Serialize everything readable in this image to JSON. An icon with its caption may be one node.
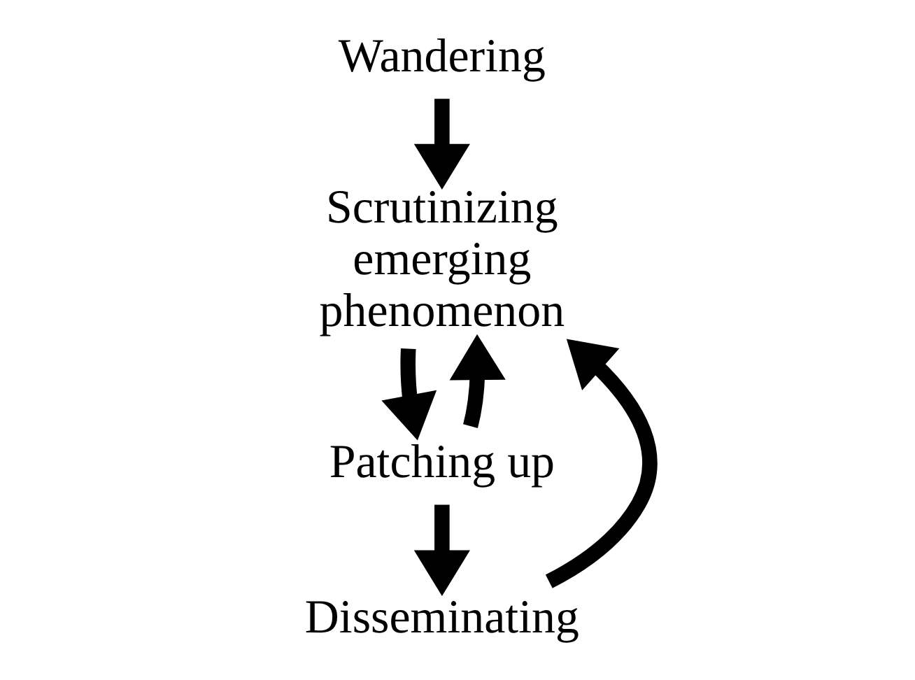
{
  "diagram": {
    "nodes": [
      {
        "text": [
          "Wandering"
        ]
      },
      {
        "text": [
          "Scrutinizing emerging phenomenon"
        ]
      },
      {
        "text": [
          "Patching up"
        ]
      },
      {
        "text": [
          "Disseminating"
        ]
      }
    ],
    "edges": [
      {
        "from": 0,
        "to": 1,
        "arrow": "to"
      },
      {
        "from": 1,
        "to": 2,
        "arrow": "to"
      },
      {
        "from": 2,
        "to": 1,
        "arrow": "to"
      },
      {
        "from": 2,
        "to": 3,
        "arrow": "to"
      },
      {
        "from": 3,
        "to": 1,
        "arrow": "to"
      }
    ]
  }
}
